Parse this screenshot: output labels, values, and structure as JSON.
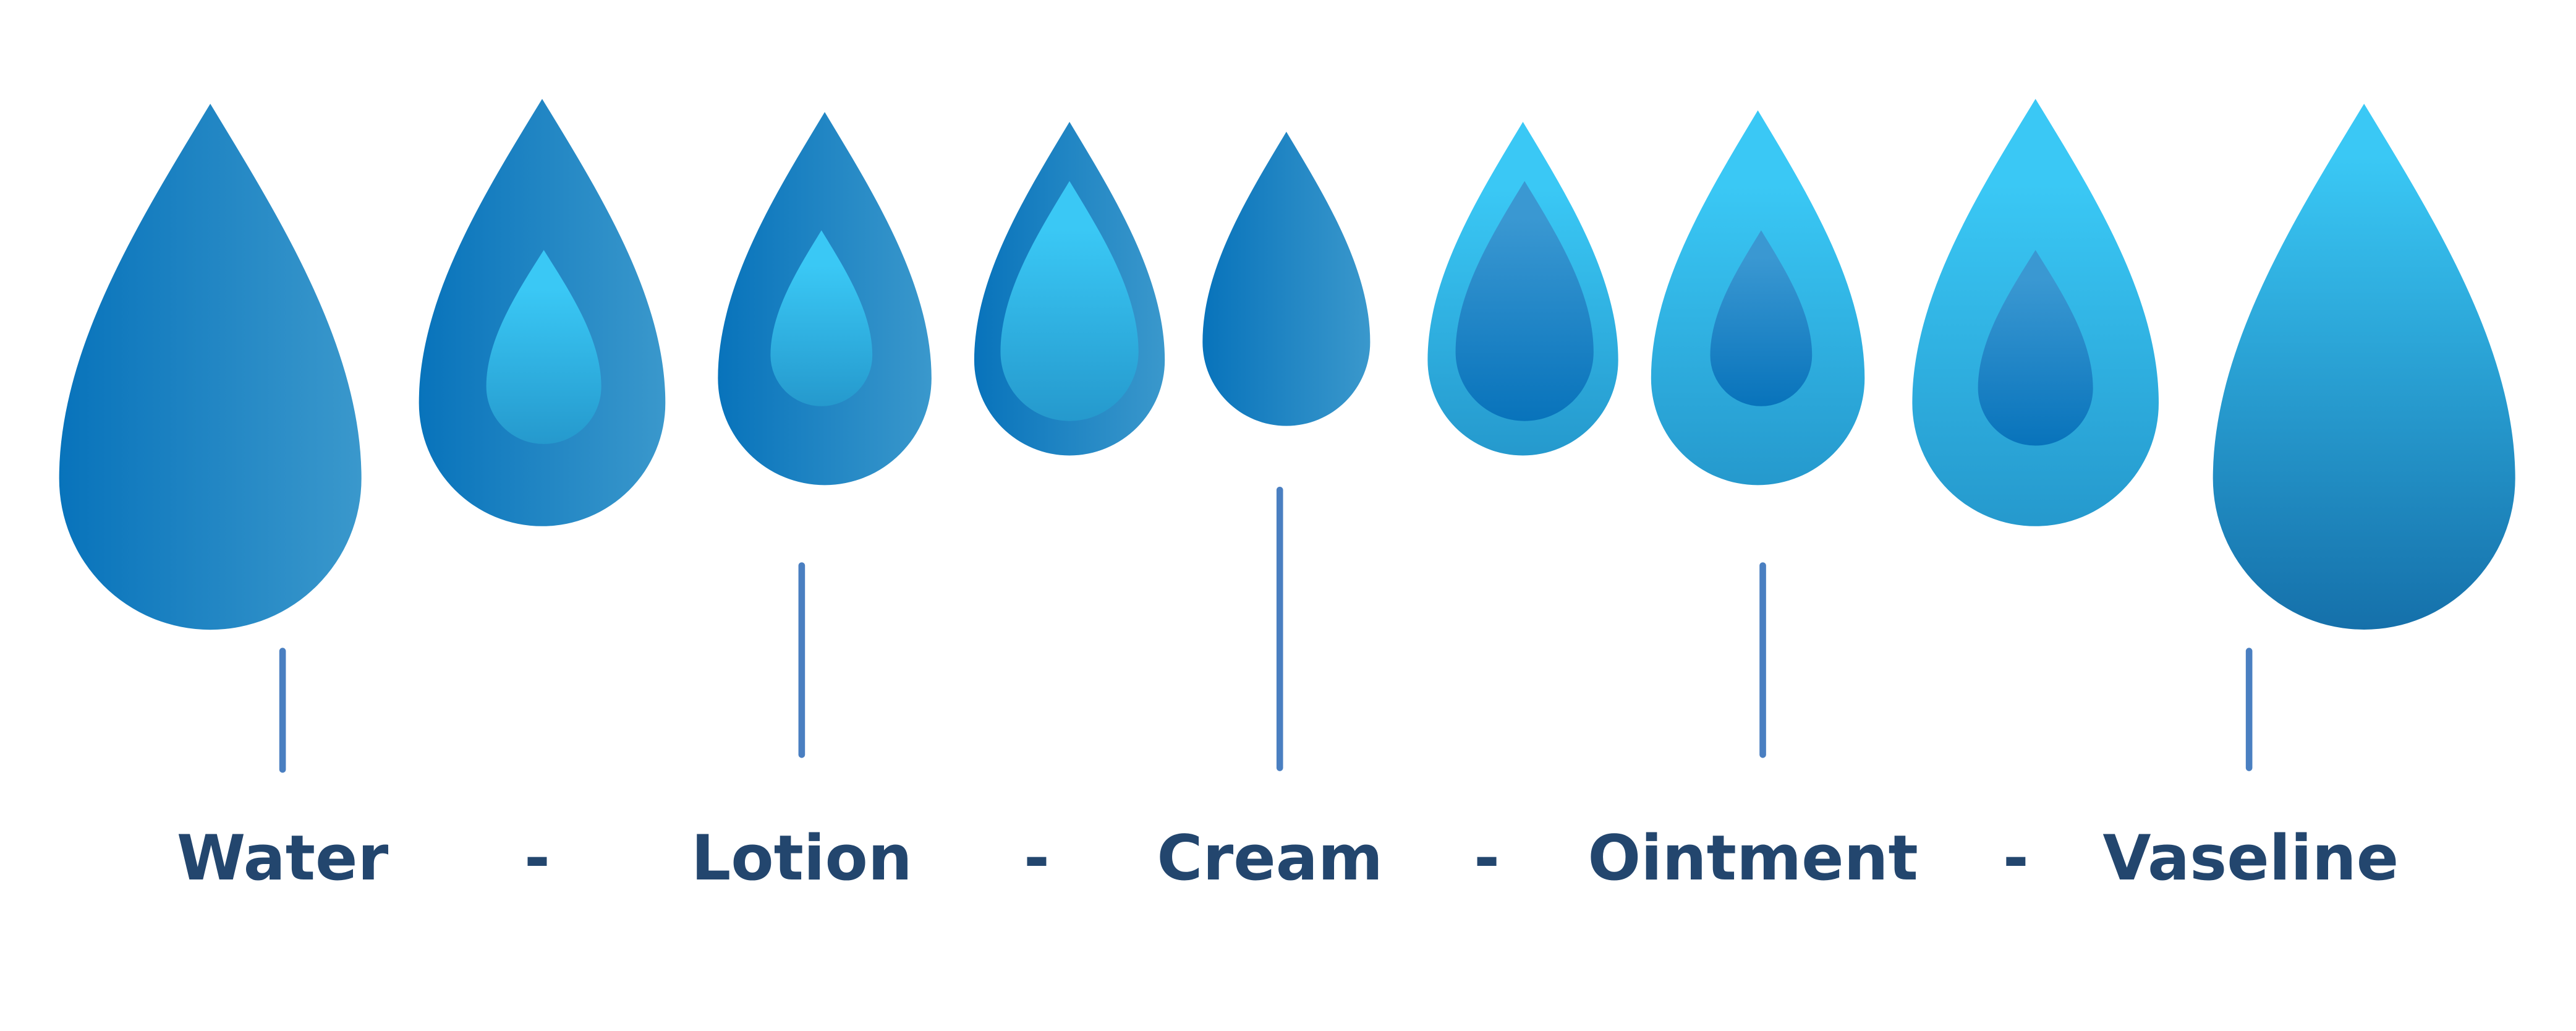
{
  "diagram": {
    "labels": [
      "Water",
      "Lotion",
      "Cream",
      "Ointment",
      "Vaseline"
    ],
    "separator": "-",
    "colors": {
      "deep_blue": "#0873bb",
      "mid_blue": "#3a98cc",
      "light_cyan": "#3ac8f5",
      "cyan_bottom": "#2599cd",
      "vaseline_bottom": "#1570aa",
      "stem": "#4a7fc1",
      "text": "#23466e"
    }
  }
}
